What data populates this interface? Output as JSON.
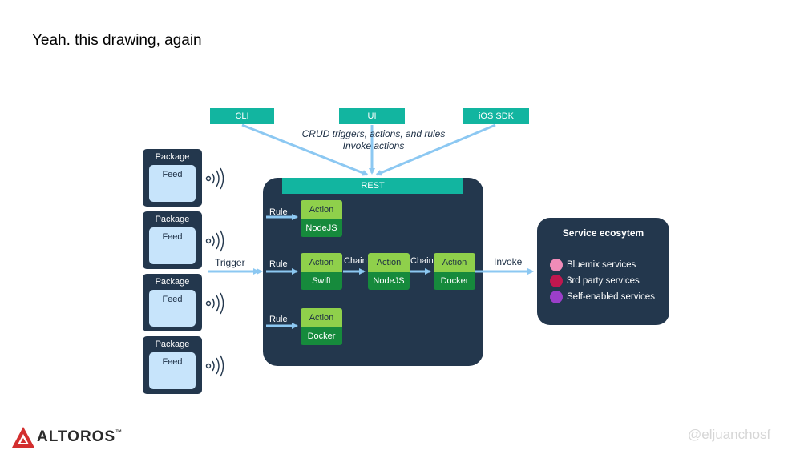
{
  "slide": {
    "title": "Yeah. this drawing, again",
    "handle": "@eljuanchosf"
  },
  "logo": {
    "text": "ALTOROS",
    "trademark": "™",
    "color": "#d32f2f"
  },
  "clients": [
    {
      "label": "CLI"
    },
    {
      "label": "UI"
    },
    {
      "label": "iOS SDK"
    }
  ],
  "crud_note": {
    "line1": "CRUD triggers, actions, and rules",
    "line2": "Invoke actions"
  },
  "rest": {
    "label": "REST"
  },
  "packages": [
    {
      "title": "Package",
      "feed": "Feed"
    },
    {
      "title": "Package",
      "feed": "Feed"
    },
    {
      "title": "Package",
      "feed": "Feed"
    },
    {
      "title": "Package",
      "feed": "Feed"
    }
  ],
  "labels": {
    "trigger": "Trigger",
    "rule": "Rule",
    "chain": "Chain",
    "invoke": "Invoke"
  },
  "actions": [
    {
      "top": "Action",
      "bottom": "NodeJS"
    },
    {
      "top": "Action",
      "bottom": "Swift"
    },
    {
      "top": "Action",
      "bottom": "NodeJS"
    },
    {
      "top": "Action",
      "bottom": "Docker"
    },
    {
      "top": "Action",
      "bottom": "Docker"
    }
  ],
  "ecosystem": {
    "title": "Service ecosytem",
    "items": [
      {
        "label": "Bluemix services",
        "color": "#f08cb8"
      },
      {
        "label": "3rd party services",
        "color": "#c0174f"
      },
      {
        "label": "Self-enabled services",
        "color": "#9b3fc9"
      }
    ]
  },
  "colors": {
    "panel": "#23374d",
    "teal": "#12b5a0",
    "arrow": "#8cc8f2",
    "action_top": "#8fd04b",
    "action_bottom": "#168a3c",
    "feed": "#c7e4fb"
  }
}
